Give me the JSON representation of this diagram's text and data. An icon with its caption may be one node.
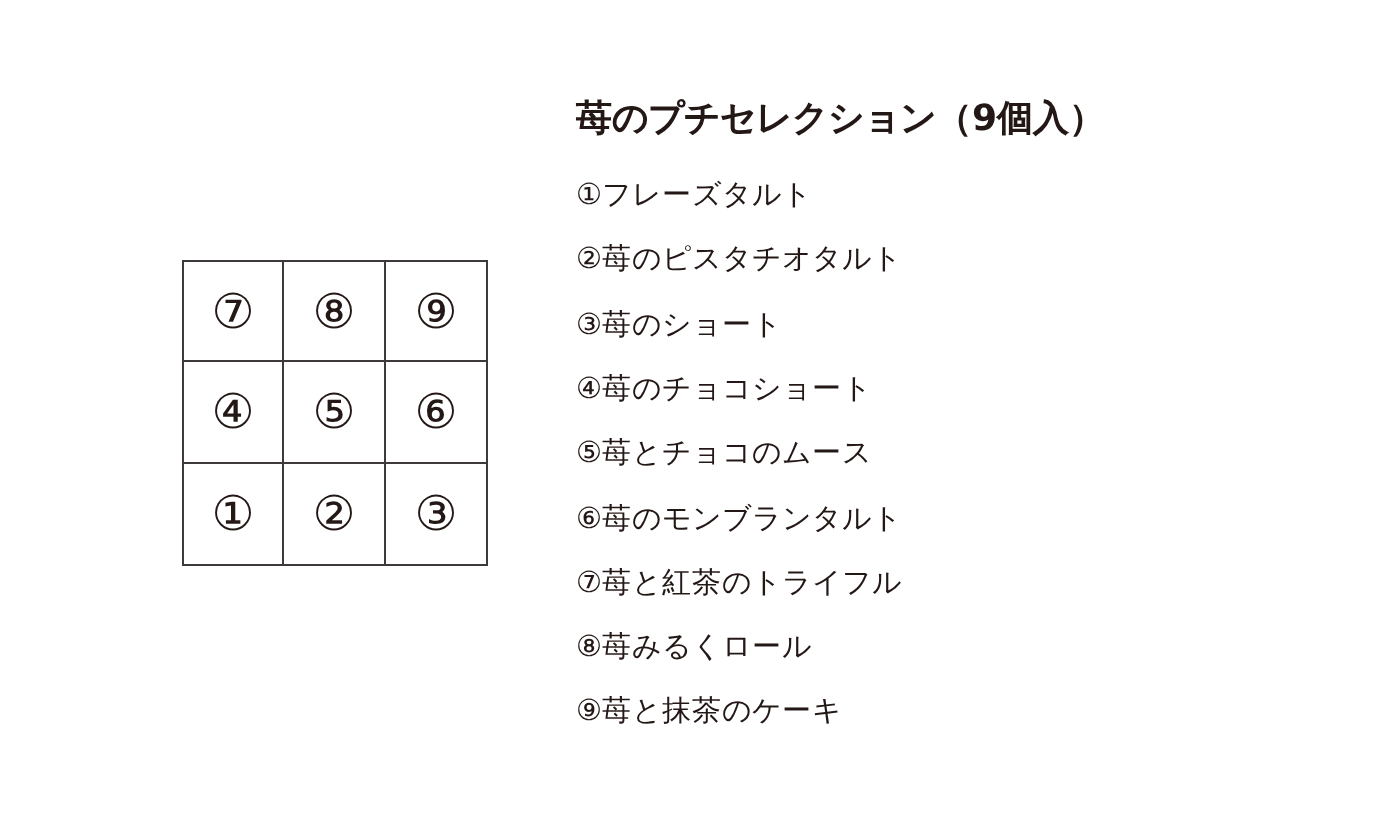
{
  "diagram": {
    "title": "苺のプチセレクション（9個入）",
    "nodes": [
      {
        "text": [
          "⑦"
        ]
      },
      {
        "text": [
          "⑧"
        ]
      },
      {
        "text": [
          "⑨"
        ]
      },
      {
        "text": [
          "④"
        ]
      },
      {
        "text": [
          "⑤"
        ]
      },
      {
        "text": [
          "⑥"
        ]
      },
      {
        "text": [
          "①"
        ]
      },
      {
        "text": [
          "②"
        ]
      },
      {
        "text": [
          "③"
        ]
      }
    ],
    "labels": [
      "①フレーズタルト",
      "②苺のピスタチオタルト",
      "③苺のショート",
      "④苺のチョコショート",
      "⑤苺とチョコのムース",
      "⑥苺のモンブランタルト",
      "⑦苺と紅茶のトライフル",
      "⑧苺みるくロール",
      "⑨苺と抹茶のケーキ"
    ]
  }
}
